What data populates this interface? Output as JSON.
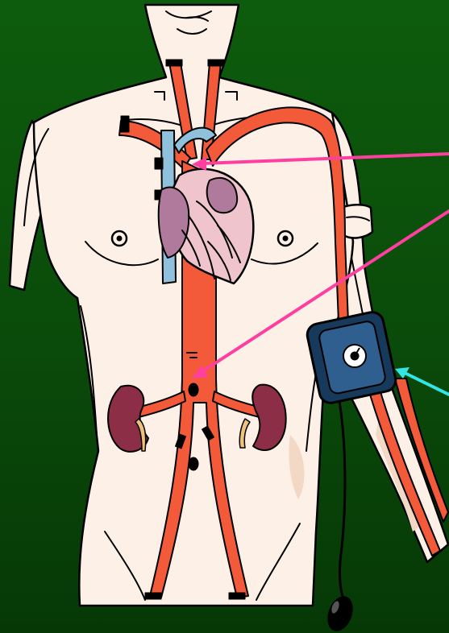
{
  "slide": {
    "background_gradient": [
      "#0d5c0d",
      "#0a4a0a",
      "#063806"
    ],
    "colors": {
      "skin": "#fdf0e6",
      "skin_shadow": "#f3d8c6",
      "outline": "#000000",
      "artery": "#f25a3a",
      "vein": "#8fc1dc",
      "heart": "#f0c4cc",
      "heart_dark": "#b07a9c",
      "kidney": "#8c2e46",
      "ureter": "#efc27a",
      "cuff": "#2e5f8e",
      "cuff_dark": "#173a5c",
      "pointer_pink": "#ff3fa0",
      "pointer_cyan": "#33e5e5"
    },
    "icons": [
      "human-torso",
      "heart",
      "aorta",
      "kidneys",
      "blood-pressure-cuff",
      "inflation-bulb"
    ]
  }
}
